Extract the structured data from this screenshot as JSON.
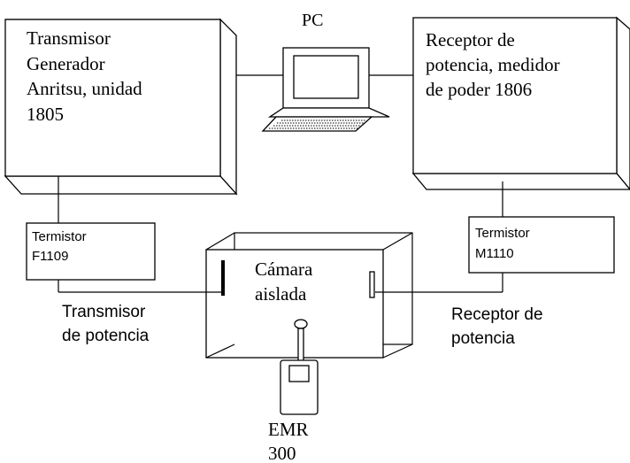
{
  "pc": {
    "label": "PC"
  },
  "transmitter": {
    "lines": [
      "Transmisor",
      "Generador",
      "Anritsu, unidad",
      "1805"
    ]
  },
  "receiver": {
    "lines": [
      "Receptor de",
      "potencia, medidor",
      "de poder 1806"
    ]
  },
  "thermistor_left": {
    "lines": [
      "Termistor",
      "F1109"
    ]
  },
  "thermistor_right": {
    "lines": [
      "Termistor",
      "M1110"
    ]
  },
  "chamber": {
    "lines": [
      "Cámara",
      "aislada"
    ]
  },
  "tx_power_label": {
    "lines": [
      "Transmisor",
      "de potencia"
    ]
  },
  "rx_power_label": {
    "lines": [
      "Receptor de",
      "potencia"
    ]
  },
  "emr": {
    "lines": [
      "EMR",
      "300"
    ]
  }
}
